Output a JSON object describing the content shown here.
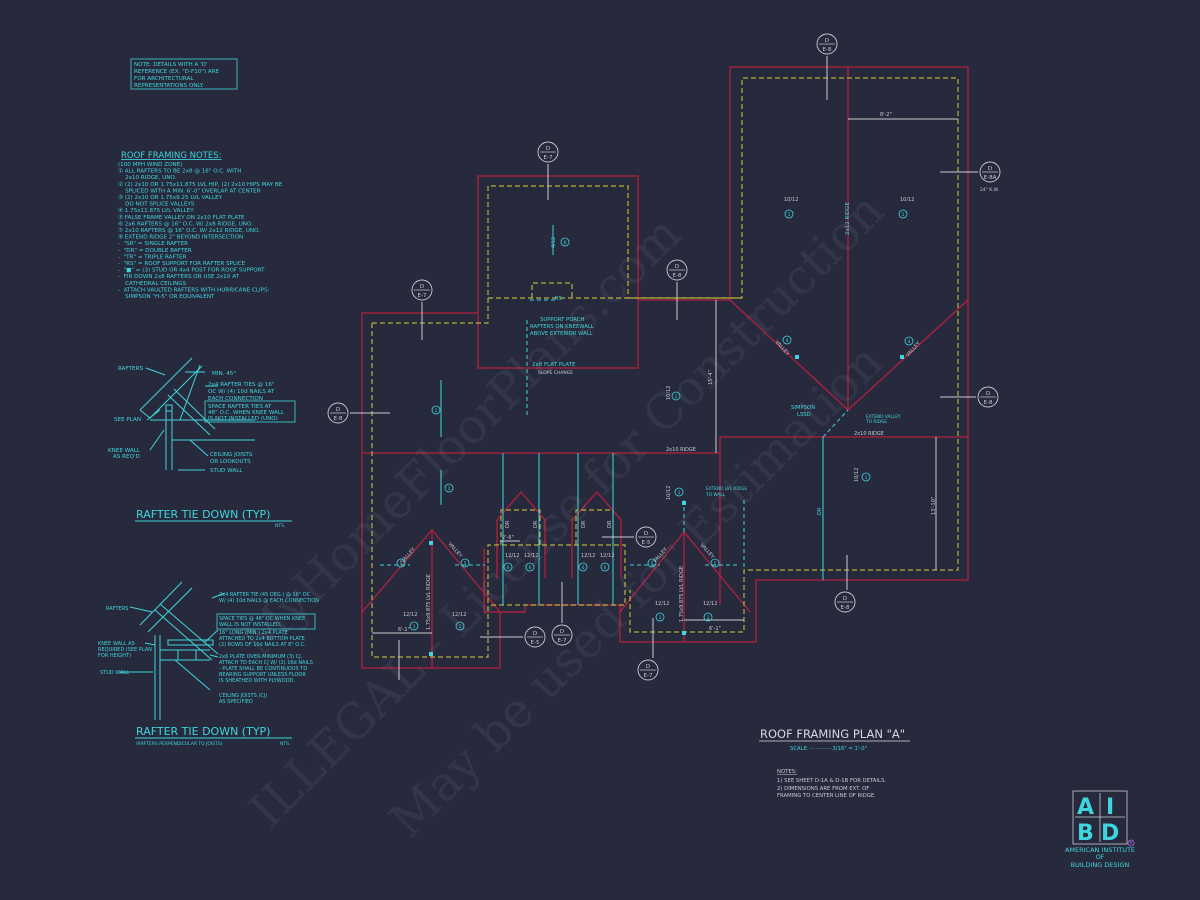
{
  "colors": {
    "background": "#272a3d",
    "wall": "#b3203f",
    "overhang": "#b7b03c",
    "annotation": "#3fd5dc",
    "dimension": "#c9cad0"
  },
  "top_note": [
    "NOTE: DETAILS WITH A 'D'",
    "REFERENCE (EX. \"D-F10\") ARE",
    "FOR ARCHITECTURAL",
    "REPRESENTATIONS ONLY."
  ],
  "framing_notes": {
    "title": "ROOF FRAMING NOTES:",
    "lines": [
      "(100 MPH WIND ZONE)",
      "① ALL RAFTERS TO BE 2x8 @ 16\" O.C. WITH",
      "    2x10 RIDGE, UNO.",
      "② (2) 2x10 OR 1.75x11.875 LVL HIP, (2) 2x10 HIPS MAY BE",
      "    SPLICED WITH A MIN. 6'-0\" OVERLAP AT CENTER",
      "③ (2) 2x10 OR 1.75x9.25 LVL VALLEY.",
      "    DO NOT SPLICE VALLEYS",
      "④ 1.75x11.875 LVL VALLEY",
      "⑤ FALSE FRAME VALLEY ON 2x10 FLAT PLATE",
      "⑥ 2x6 RAFTERS @ 16\" O.C. W/ 2x8 RIDGE, UNO.",
      "⑦ 2x10 RAFTERS @ 16\" O.C. W/ 2x12 RIDGE, UNO.",
      "⑧ EXTEND RIDGE 2\" BEYOND INTERSECTION",
      "-  \"SR\" = SINGLE RAFTER",
      "-  \"DR\" = DOUBLE RAFTER",
      "-  \"TR\" = TRIPLE RAFTER",
      "-  \"RS\" = ROOF SUPPORT FOR RAFTER SPLICE",
      "-  \"■\" = (3) STUD OR 4x4 POST FOR ROOF SUPPORT",
      "-  FIR DOWN 2x8 RAFTERS OR USE 2x10 AT",
      "    CATHEDRAL CEILINGS",
      "-  ATTACH VAULTED RAFTERS WITH HURRICANE CLIPS:",
      "    SIMPSON \"H-5\" OR EQUIVALENT"
    ]
  },
  "detail1": {
    "rafters": "RAFTERS",
    "min": "MIN. 45°",
    "tie": [
      "2x4 RAFTER TIES @ 16\"",
      "OC W/ (4) 10d NAILS AT",
      "EACH CONNECTION"
    ],
    "space": [
      "SPACE RAFTER TIES AT",
      "48\" O.C. WHEN KNEE WALL",
      "IS NOT INSTALLED (UNO)"
    ],
    "see_plan": "SEE PLAN",
    "knee": [
      "KNEE WALL",
      "AS REQ'D"
    ],
    "joists": [
      "CEILING JOISTS",
      "OR LOOKOUTS"
    ],
    "stud": "STUD WALL",
    "title": "RAFTER TIE DOWN (TYP)",
    "nts": "NTS."
  },
  "detail2": {
    "rafters": "RAFTERS",
    "tie": [
      "2x4 RAFTER TIE (45 DEG.) @ 16\" OC",
      "W/ (4) 10d NAILS @ EACH CONNECTION"
    ],
    "space": [
      "SPACE TIES @ 48\" OC WHEN KNEE",
      "WALL IS NOT INSTALLED."
    ],
    "plate": [
      "16\" LONG (MIN.) 2x4 PLATE",
      "ATTACHED TO 2x4 BOTTOM PLATE",
      "(2) ROWS OF 10d NAILS AT 8\" O.C."
    ],
    "plate2": [
      "2x6 PLATE OVER MINIMUM (3) CJ.",
      "ATTACH TO EACH CJ W/ (2) 16d NAILS",
      "- PLATE SHALL BE CONTINUOUS TO",
      "BEARING SUPPORT UNLESS FLOOR",
      "IS SHEATHED WITH PLYWOOD."
    ],
    "knee": [
      "KNEE WALL AS",
      "REQUIRED (SEE PLAN",
      "FOR HEIGHT)"
    ],
    "stud": "STUD WALL",
    "cj": [
      "CEILING JOISTS (CJ)",
      "AS SPECIFIED"
    ],
    "title": "RAFTER TIE DOWN (TYP)",
    "subtitle": "(RAFTERS PERPENDICULAR TO JOISTS)",
    "nts": "NTS."
  },
  "plan": {
    "title": "ROOF FRAMING PLAN \"A\"",
    "scale": "SCALE: ·············3/16\" = 1'-0\"",
    "notes_title": "NOTES:",
    "notes": [
      "1)  SEE SHEET D-1A & D-1B FOR DETAILS.",
      "2)  DIMENSIONS ARE FROM EXT. OF",
      "     FRAMING TO CENTER LINE OF RIDGE."
    ],
    "labels": {
      "dim_8_2": "8'-2\"",
      "p10_12": "10/12",
      "p4_12": "4/12",
      "p12_12": "12/12",
      "ridge_2x12": "2x12 RIDGE",
      "ridge_2x10": "2x10 RIDGE",
      "rs": "RS",
      "support": [
        "SUPPORT PORCH",
        "RAFTERS ON KNEEWALL",
        "ABOVE EXTERIOR WALL"
      ],
      "flat_plate": "2x8 FLAT PLATE",
      "slope_change": "SLOPE CHANGE",
      "dim_15_4": "15'-4\"",
      "valley": "VALLEY",
      "simpson": [
        "SIMPSON",
        "LSSD"
      ],
      "extend_valley": [
        "EXTEND VALLEY",
        "TO RIDGE"
      ],
      "dr": "DR",
      "dim_13_10": "13'-10\"",
      "extend_lvl": [
        "EXTEND LVL RIDGE",
        "TO WALL"
      ],
      "lvl_ridge": "1.75x9.875 LVL RIDGE",
      "dim_6_1": "6'-1\"",
      "dim_2_6": "2'-6\"",
      "kw": "24\" K.W.",
      "n1": "1",
      "n4": "4",
      "n5": "5",
      "n6": "6"
    },
    "markers": [
      {
        "top": "D",
        "bottom": "E-8"
      },
      {
        "top": "D",
        "bottom": "E-7"
      },
      {
        "top": "D",
        "bottom": "E-7"
      },
      {
        "top": "D",
        "bottom": "E-8"
      },
      {
        "top": "D",
        "bottom": "E-8A"
      },
      {
        "top": "D",
        "bottom": "E-8"
      },
      {
        "top": "D",
        "bottom": "E-8"
      },
      {
        "top": "D",
        "bottom": "E-5"
      },
      {
        "top": "D",
        "bottom": "E-5"
      },
      {
        "top": "D",
        "bottom": "E-7"
      },
      {
        "top": "D",
        "bottom": "E-7"
      },
      {
        "top": "D",
        "bottom": "E-8"
      }
    ]
  },
  "logo": {
    "letters": [
      "A",
      "I",
      "B",
      "D"
    ],
    "name": [
      "AMERICAN INSTITUTE",
      "OF",
      "BUILDING DESIGN"
    ],
    "registered": "R"
  },
  "watermark": [
    "MyHomeFloorPlans.com",
    "ILLEGAL - License for Construction",
    "May be used for Estimation"
  ]
}
